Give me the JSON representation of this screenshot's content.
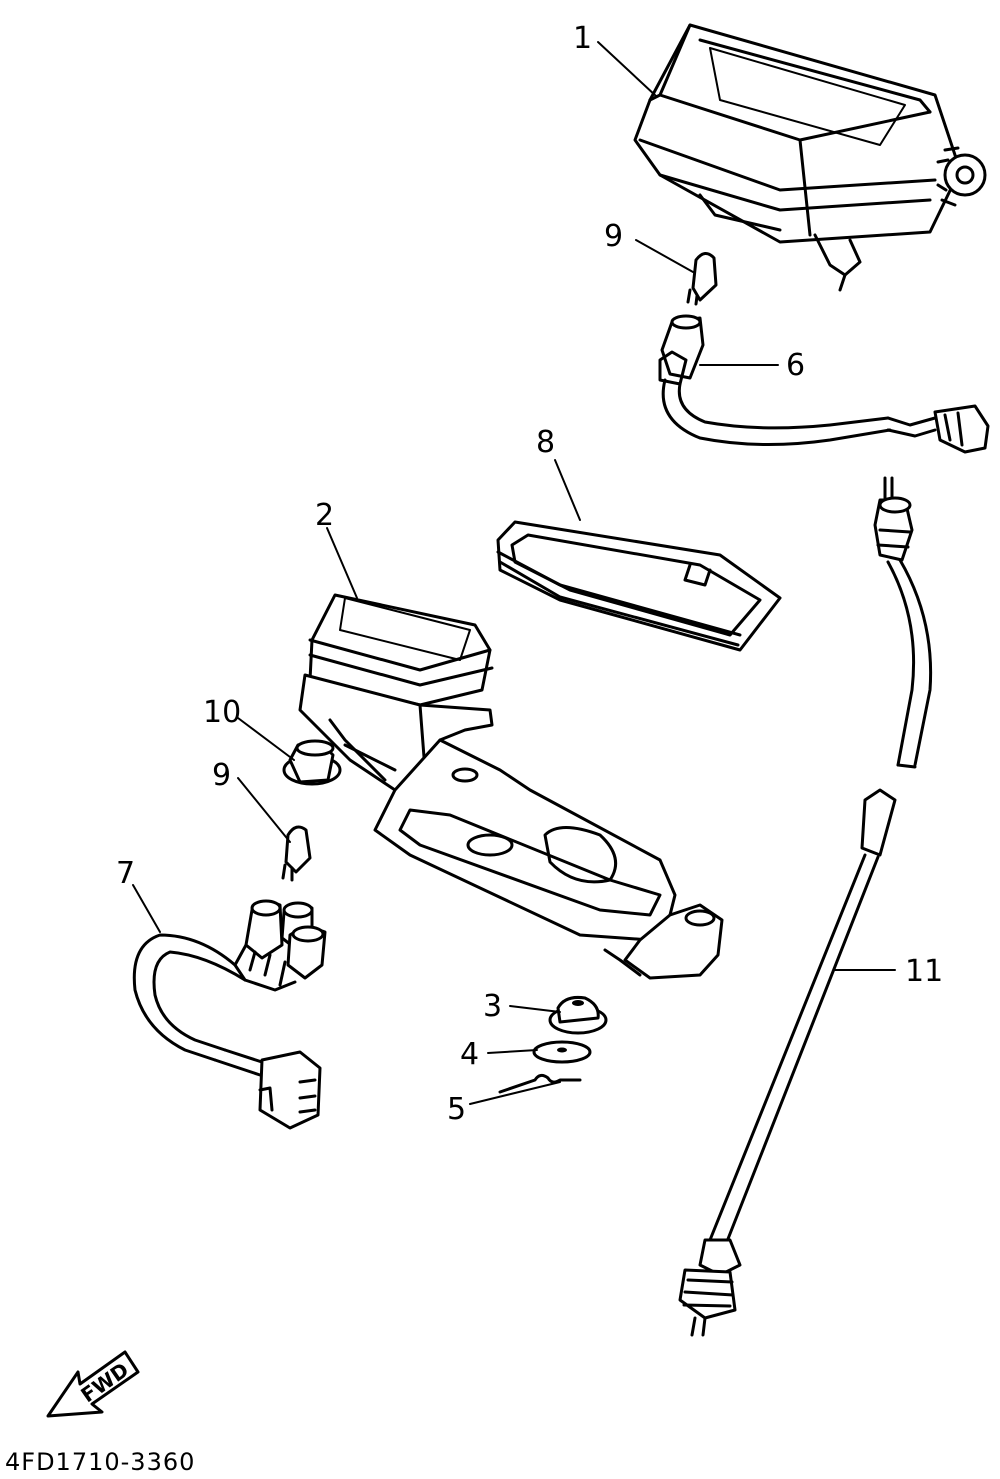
{
  "diagram": {
    "callouts": [
      {
        "id": "speedometer",
        "label": "1"
      },
      {
        "id": "tachometer",
        "label": "2"
      },
      {
        "id": "damper-3",
        "label": "3"
      },
      {
        "id": "washer",
        "label": "4"
      },
      {
        "id": "clip",
        "label": "5"
      },
      {
        "id": "socket-cord-6",
        "label": "6"
      },
      {
        "id": "socket-cord-7",
        "label": "7"
      },
      {
        "id": "gasket",
        "label": "8"
      },
      {
        "id": "bulb-upper",
        "label": "9"
      },
      {
        "id": "bulb-lower",
        "label": "9"
      },
      {
        "id": "damper-10",
        "label": "10"
      },
      {
        "id": "cable",
        "label": "11"
      }
    ],
    "fwd_label": "FWD",
    "drawing_code": "4FD1710-3360"
  }
}
